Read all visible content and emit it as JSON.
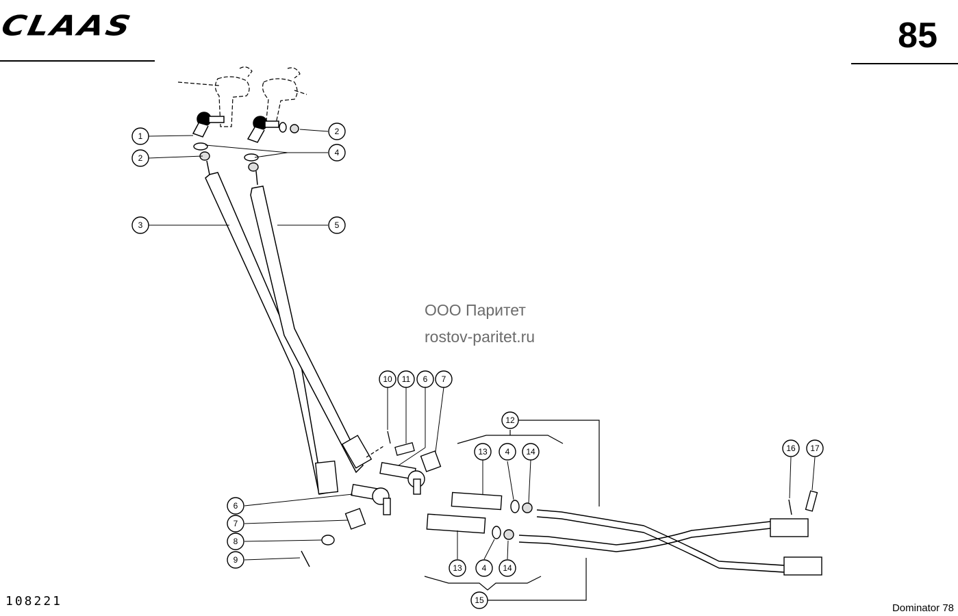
{
  "header": {
    "brand": "CLAAS",
    "page_number": "85"
  },
  "watermark": {
    "line1": "ООО Паритет",
    "line2": "rostov-paritet.ru"
  },
  "footer": {
    "drawing_number": "108221",
    "model": "Dominator 78"
  },
  "callouts": [
    "1",
    "2",
    "3",
    "4",
    "5",
    "6",
    "7",
    "8",
    "9",
    "10",
    "11",
    "12",
    "13",
    "14",
    "15",
    "16",
    "17"
  ]
}
